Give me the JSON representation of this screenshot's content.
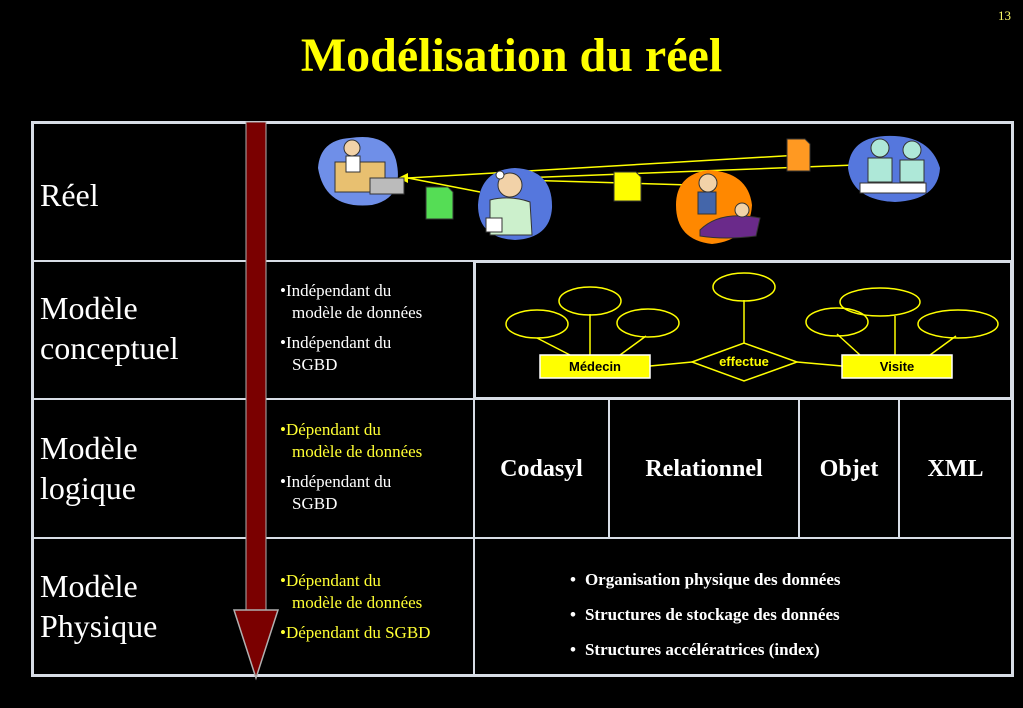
{
  "slide": {
    "page_number": "13",
    "title": "Modélisation du réel"
  },
  "levels": [
    {
      "line1": "Réel",
      "line2": ""
    },
    {
      "line1": "Modèle",
      "line2": "conceptuel"
    },
    {
      "line1": "Modèle",
      "line2": "logique"
    },
    {
      "line1": "Modèle",
      "line2": "Physique"
    }
  ],
  "conceptuel_bullets": [
    {
      "line1": "Indépendant du",
      "line2": "modèle de données"
    },
    {
      "line1": "Indépendant du",
      "line2": "SGBD"
    }
  ],
  "logique_bullets": [
    {
      "line1": "Dépendant du",
      "line2": "modèle de données"
    },
    {
      "line1": "Indépendant du",
      "line2": "SGBD"
    }
  ],
  "physique_bullets": [
    {
      "line1": "Dépendant du",
      "line2": "modèle de données"
    },
    {
      "line1": "Dépendant du SGBD",
      "line2": ""
    }
  ],
  "er_diagram": {
    "entity_left": "Médecin",
    "relationship": "effectue",
    "entity_right": "Visite"
  },
  "logical_models": [
    "Codasyl",
    "Relationnel",
    "Objet",
    "XML"
  ],
  "physical_items": [
    "Organisation physique des données",
    "Structures de stockage des données",
    "Structures accélératrices (index)"
  ],
  "colors": {
    "title": "#ffff00",
    "arrow": "#7a0000",
    "border": "#d8dde6",
    "entity_fill": "#ffff00"
  }
}
